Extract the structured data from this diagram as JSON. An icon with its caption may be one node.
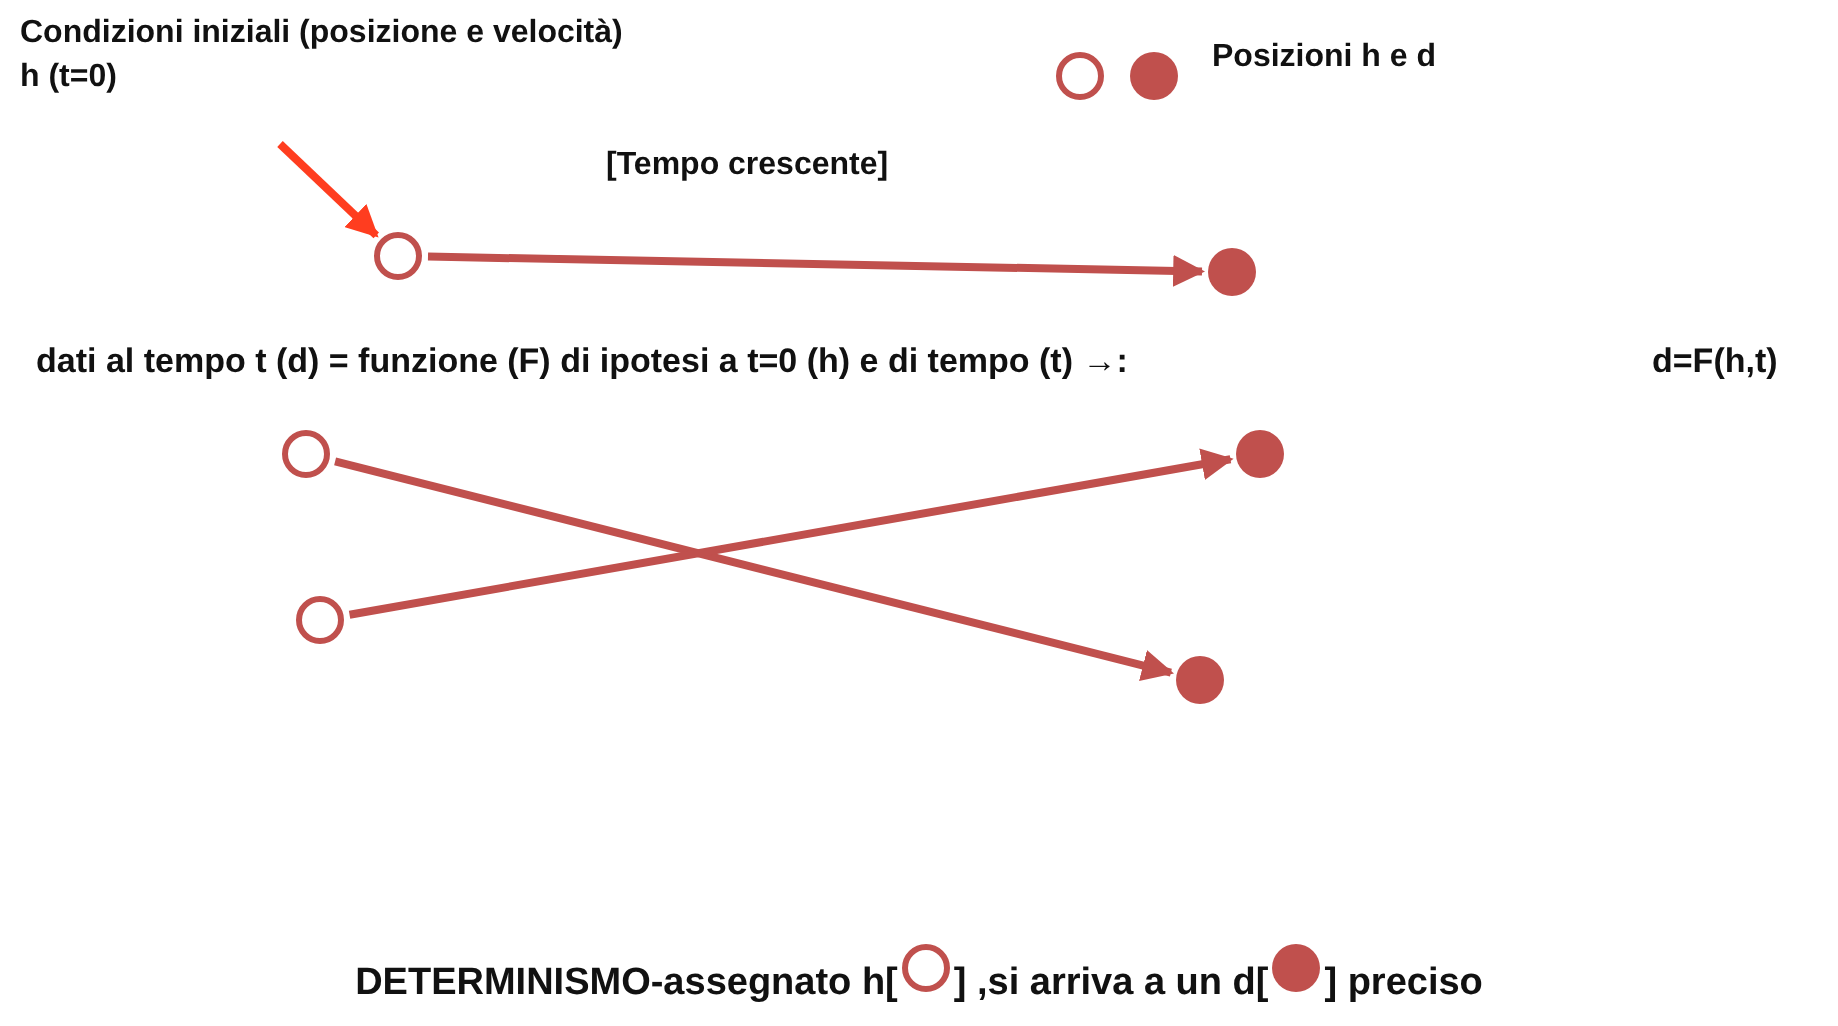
{
  "diagram": {
    "nodes": [
      {
        "text": [
          "Condizioni  iniziali (posizione e velocità) h (t=0)"
        ]
      },
      {
        "text": [],
        "shape": "circle"
      },
      {
        "text": [],
        "shape": "circle"
      },
      {
        "text": [],
        "shape": "circle"
      },
      {
        "text": [],
        "shape": "circle"
      },
      {
        "text": [],
        "shape": "circle"
      },
      {
        "text": [],
        "shape": "circle"
      }
    ],
    "edges": [
      {
        "from": 0,
        "to": 1,
        "arrow": "to",
        "color": "#ff3d1f"
      },
      {
        "from": 1,
        "to": 2,
        "arrow": "to"
      },
      {
        "from": 3,
        "to": 6,
        "arrow": "to"
      },
      {
        "from": 4,
        "to": 5,
        "arrow": "to"
      }
    ],
    "labels": [
      "[Tempo crescente]",
      "dati al tempo t (d) = funzione (F) di ipotesi a t=0 (h) e di tempo (t)  →:",
      "d=F(h,t)",
      "DETERMINISMO-assegnato h[",
      "] ,si arriva a un d[",
      "] preciso"
    ],
    "legend": [
      {
        "text": "Posizioni h e d"
      }
    ]
  }
}
